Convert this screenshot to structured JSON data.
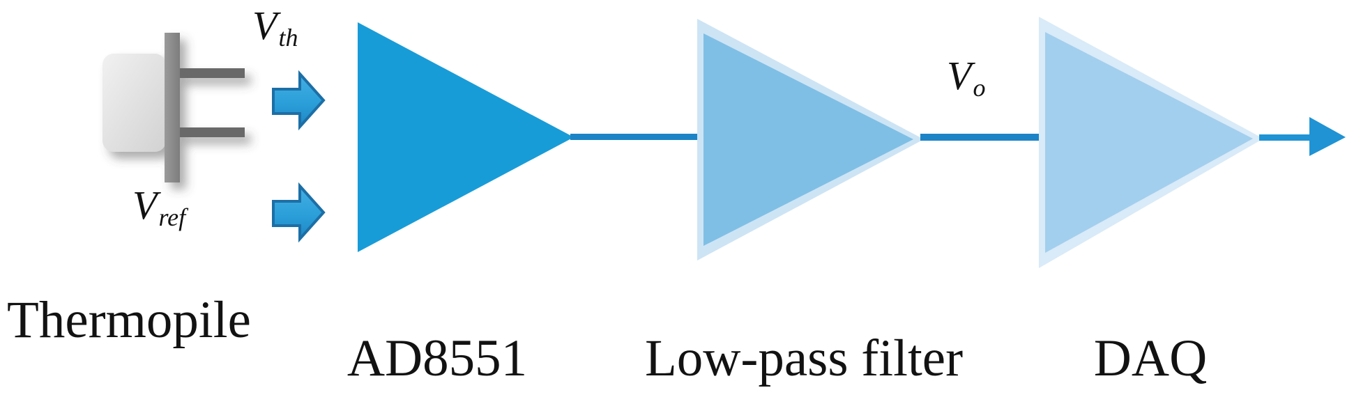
{
  "diagram": {
    "title_present": false,
    "signals": {
      "vth": {
        "base": "V",
        "sub": "th"
      },
      "vref": {
        "base": "V",
        "sub": "ref"
      },
      "vo": {
        "base": "V",
        "sub": "o"
      }
    },
    "blocks": {
      "thermopile": {
        "label": "Thermopile"
      },
      "amplifier": {
        "label": "AD8551"
      },
      "lowpass": {
        "label": "Low-pass filter"
      },
      "daq": {
        "label": "DAQ"
      }
    },
    "icons": {
      "thermopile": "thermopile-sensor-icon",
      "input_top": "block-arrow-right-icon",
      "input_bottom": "block-arrow-right-icon",
      "amplifier": "amp-triangle-icon",
      "lowpass": "amp-triangle-icon",
      "daq": "amp-triangle-icon",
      "output": "arrow-right-icon"
    },
    "colors": {
      "amp1_fill": "#189cd8",
      "amp2_fill": "#7fbfe5",
      "amp2_border": "#cde4f5",
      "amp3_fill": "#a3cfee",
      "amp3_border": "#d9eaf8",
      "wire": "#1c84c6",
      "output_arrow": "#1f93d4",
      "block_arrow_outline": "#1c6fa6",
      "sensor_body_gray": "#dcdcdc",
      "sensor_bar_gray": "#8a8a8a",
      "sensor_pin_gray": "#696969",
      "text": "#121212"
    }
  }
}
